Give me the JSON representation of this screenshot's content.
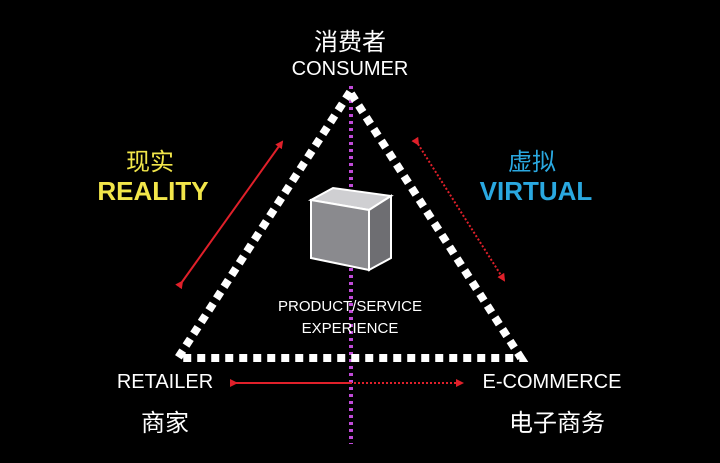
{
  "consumer": {
    "zh": "消费者",
    "en": "CONSUMER"
  },
  "reality": {
    "zh": "现实",
    "en": "REALITY",
    "color": "#f2e64a"
  },
  "virtual": {
    "zh": "虚拟",
    "en": "VIRTUAL",
    "color": "#2aa8e0"
  },
  "center": {
    "line1": "PRODUCT/SERVICE",
    "line2": "EXPERIENCE"
  },
  "retailer": {
    "en": "RETAILER",
    "zh": "商家"
  },
  "ecommerce": {
    "en": "E-COMMERCE",
    "zh": "电子商务"
  },
  "colors": {
    "arrow": "#e0202a",
    "axis": "#c04ad8",
    "triangle": "#ffffff",
    "box": "#8a8a8e"
  }
}
